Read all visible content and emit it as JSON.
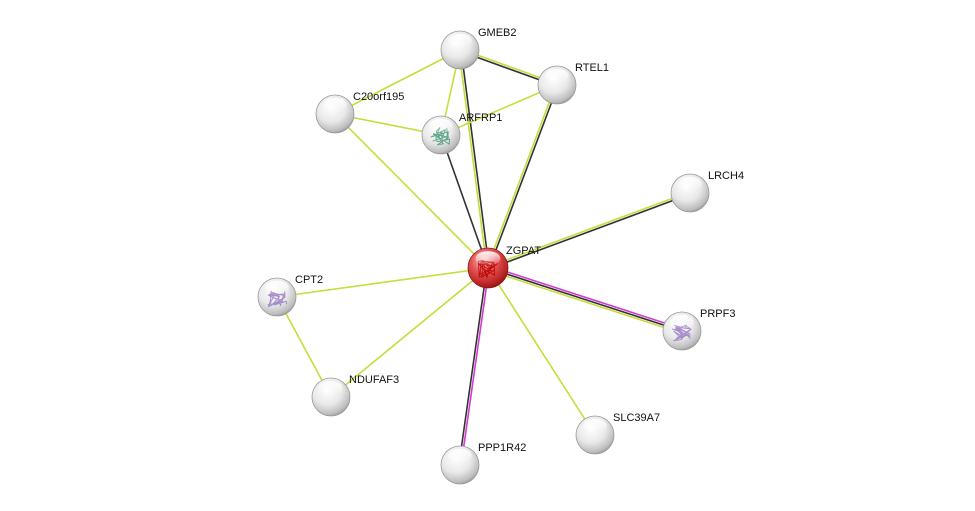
{
  "network": {
    "nodes": [
      {
        "id": "ZGPAT",
        "label": "ZGPAT",
        "type": "query",
        "structure": true
      },
      {
        "id": "GMEB2",
        "label": "GMEB2",
        "type": "partner",
        "structure": false
      },
      {
        "id": "RTEL1",
        "label": "RTEL1",
        "type": "partner",
        "structure": false
      },
      {
        "id": "C20orf195",
        "label": "C20orf195",
        "type": "partner",
        "structure": false
      },
      {
        "id": "ARFRP1",
        "label": "ARFRP1",
        "type": "partner",
        "structure": true
      },
      {
        "id": "LRCH4",
        "label": "LRCH4",
        "type": "partner",
        "structure": false
      },
      {
        "id": "CPT2",
        "label": "CPT2",
        "type": "partner",
        "structure": true
      },
      {
        "id": "PRPF3",
        "label": "PRPF3",
        "type": "partner",
        "structure": true
      },
      {
        "id": "NDUFAF3",
        "label": "NDUFAF3",
        "type": "partner",
        "structure": false
      },
      {
        "id": "SLC39A7",
        "label": "SLC39A7",
        "type": "partner",
        "structure": false
      },
      {
        "id": "PPP1R42",
        "label": "PPP1R42",
        "type": "partner",
        "structure": false
      }
    ],
    "edges": [
      {
        "source": "ZGPAT",
        "target": "GMEB2",
        "evidence": [
          "textmining",
          "coexpression"
        ]
      },
      {
        "source": "ZGPAT",
        "target": "RTEL1",
        "evidence": [
          "textmining",
          "coexpression"
        ]
      },
      {
        "source": "ZGPAT",
        "target": "ARFRP1",
        "evidence": [
          "coexpression"
        ]
      },
      {
        "source": "ZGPAT",
        "target": "C20orf195",
        "evidence": [
          "textmining"
        ]
      },
      {
        "source": "ZGPAT",
        "target": "LRCH4",
        "evidence": [
          "textmining",
          "coexpression"
        ]
      },
      {
        "source": "ZGPAT",
        "target": "CPT2",
        "evidence": [
          "textmining"
        ]
      },
      {
        "source": "ZGPAT",
        "target": "PRPF3",
        "evidence": [
          "experiments",
          "coexpression",
          "textmining"
        ]
      },
      {
        "source": "ZGPAT",
        "target": "NDUFAF3",
        "evidence": [
          "textmining"
        ]
      },
      {
        "source": "ZGPAT",
        "target": "SLC39A7",
        "evidence": [
          "textmining"
        ]
      },
      {
        "source": "ZGPAT",
        "target": "PPP1R42",
        "evidence": [
          "experiments",
          "coexpression"
        ]
      },
      {
        "source": "GMEB2",
        "target": "RTEL1",
        "evidence": [
          "textmining",
          "coexpression"
        ]
      },
      {
        "source": "GMEB2",
        "target": "C20orf195",
        "evidence": [
          "textmining"
        ]
      },
      {
        "source": "GMEB2",
        "target": "ARFRP1",
        "evidence": [
          "textmining"
        ]
      },
      {
        "source": "RTEL1",
        "target": "ARFRP1",
        "evidence": [
          "textmining"
        ]
      },
      {
        "source": "C20orf195",
        "target": "ARFRP1",
        "evidence": [
          "textmining"
        ]
      },
      {
        "source": "CPT2",
        "target": "NDUFAF3",
        "evidence": [
          "textmining"
        ]
      }
    ],
    "evidence_colors": {
      "textmining": "#c8dc3c",
      "coexpression": "#333333",
      "experiments": "#d23cd2"
    },
    "node_colors": {
      "query": "#d42a2a",
      "partner": "#e2e2e2"
    }
  }
}
